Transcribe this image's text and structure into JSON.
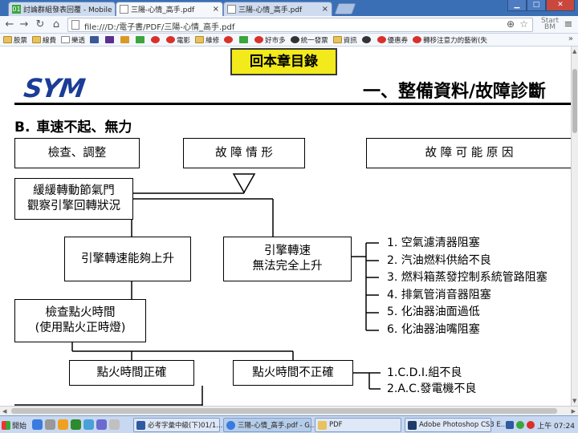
{
  "browser": {
    "tabs": [
      {
        "title": "討論群組發表回覆 - Mobile",
        "active": false,
        "icon_color": "#3ca53c",
        "icon_label": "01"
      },
      {
        "title": "三陽-心情_高手.pdf",
        "active": true
      },
      {
        "title": "三陽-心情_高手.pdf",
        "active": false
      }
    ],
    "url": "file:///D:/電子書/PDF/三陽-心情_高手.pdf",
    "right_label": "Start\nBM"
  },
  "bookmarks": [
    {
      "label": "股票",
      "icon": "folder-icon"
    },
    {
      "label": "線費",
      "icon": "folder-icon"
    },
    {
      "label": "樂透",
      "icon": "page-icon"
    },
    {
      "label": "",
      "icon": "facebook-icon"
    },
    {
      "label": "",
      "icon": "yahoo-icon"
    },
    {
      "label": "",
      "icon": "bookmark-icon"
    },
    {
      "label": "",
      "icon": "gmail-icon"
    },
    {
      "label": "",
      "icon": "check-icon"
    },
    {
      "label": "電影",
      "icon": "check-icon"
    },
    {
      "label": "維修",
      "icon": "folder-icon"
    },
    {
      "label": "",
      "icon": "circle-icon"
    },
    {
      "label": "",
      "icon": "nvidia-icon"
    },
    {
      "label": "好市多",
      "icon": "costco-icon"
    },
    {
      "label": "統一發票",
      "icon": "receipt-icon"
    },
    {
      "label": "資訊",
      "icon": "folder-icon"
    },
    {
      "label": "",
      "icon": "soccer-icon"
    },
    {
      "label": "優惠券",
      "icon": "coupon-icon"
    },
    {
      "label": "轉移注意力的藝術(失",
      "icon": "youtube-icon"
    }
  ],
  "pdf": {
    "back_button": "回本章目錄",
    "logo": "SYM",
    "chapter_title": "一、整備資料/故障診斷",
    "section_code": "B.",
    "section_title": "車速不起、無力",
    "headers": {
      "inspect": "檢查、調整",
      "symptom": "故 障 情 形",
      "causes": "故 障 可 能 原 因"
    },
    "steps": {
      "throttle_line1": "緩緩轉動節氣門",
      "throttle_line2": "觀察引擎回轉狀況",
      "can_rise": "引擎轉速能夠上升",
      "cannot_rise_line1": "引擎轉速",
      "cannot_rise_line2": "無法完全上升",
      "timing_check_line1": "檢查點火時間",
      "timing_check_line2": "(使用點火正時燈)",
      "timing_ok": "點火時間正確",
      "timing_bad": "點火時間不正確"
    },
    "causes_list_1": [
      "1. 空氣濾清器阻塞",
      "2. 汽油燃料供給不良",
      "3. 燃料箱蒸發控制系統管路阻塞",
      "4. 排氣管消音器阻塞",
      "5. 化油器油面過低",
      "6. 化油器油嘴阻塞"
    ],
    "causes_list_2": [
      "1.C.D.I.組不良",
      "2.A.C.發電機不良"
    ]
  },
  "taskbar": {
    "start_label": "開始",
    "tasks": [
      {
        "label": "必考字彙中級(下)01/1...",
        "active": false
      },
      {
        "label": "三陽-心情_高手.pdf - G...",
        "active": true
      },
      {
        "label": "PDF",
        "active": false
      },
      {
        "label": "Adobe Photoshop CS3 E...",
        "active": false
      }
    ],
    "clock": "上午 07:24"
  }
}
